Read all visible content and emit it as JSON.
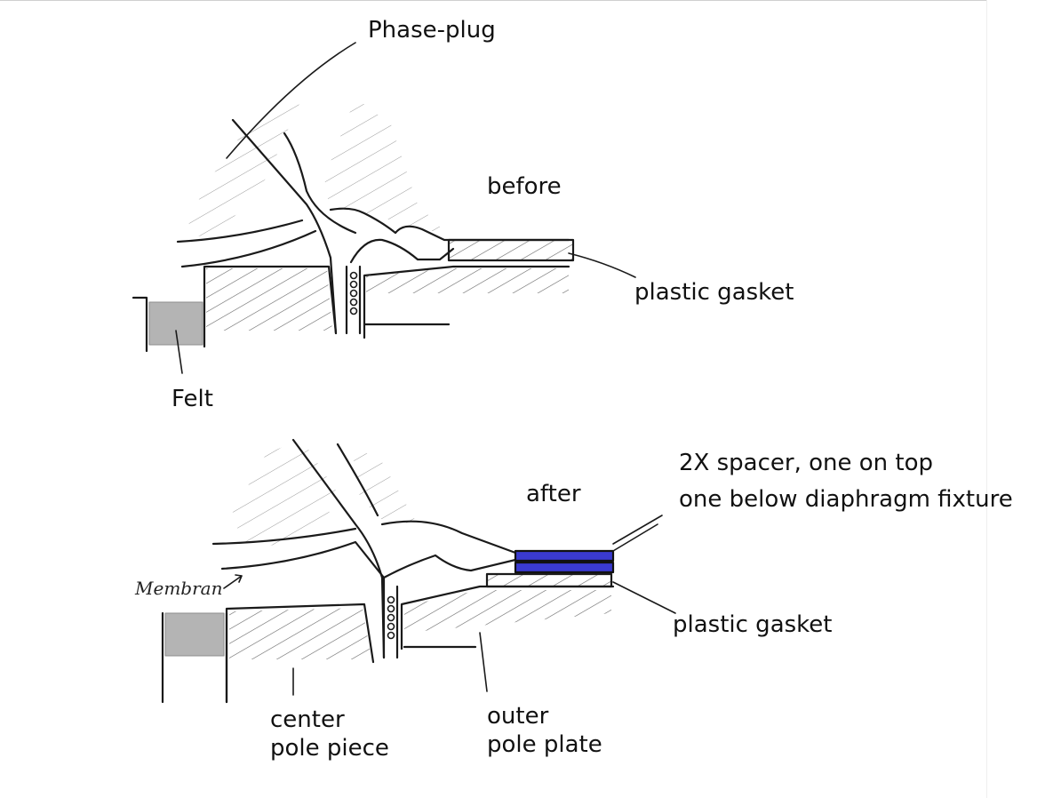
{
  "diagram": {
    "top": {
      "caption": "before",
      "labels": {
        "phase_plug": "Phase-plug",
        "plastic_gasket": "plastic gasket",
        "felt": "Felt"
      }
    },
    "bottom": {
      "caption": "after",
      "labels": {
        "spacer_line1": "2X spacer, one on top",
        "spacer_line2": "one below diaphragm fixture",
        "membran": "Membran",
        "plastic_gasket": "plastic gasket",
        "center_line1": "center",
        "center_line2": "pole piece",
        "outer_line1": "outer",
        "outer_line2": "pole plate"
      }
    },
    "colors": {
      "ink": "#1a1a1a",
      "hatch": "#555555",
      "spacer": "#3a3ad0"
    }
  }
}
